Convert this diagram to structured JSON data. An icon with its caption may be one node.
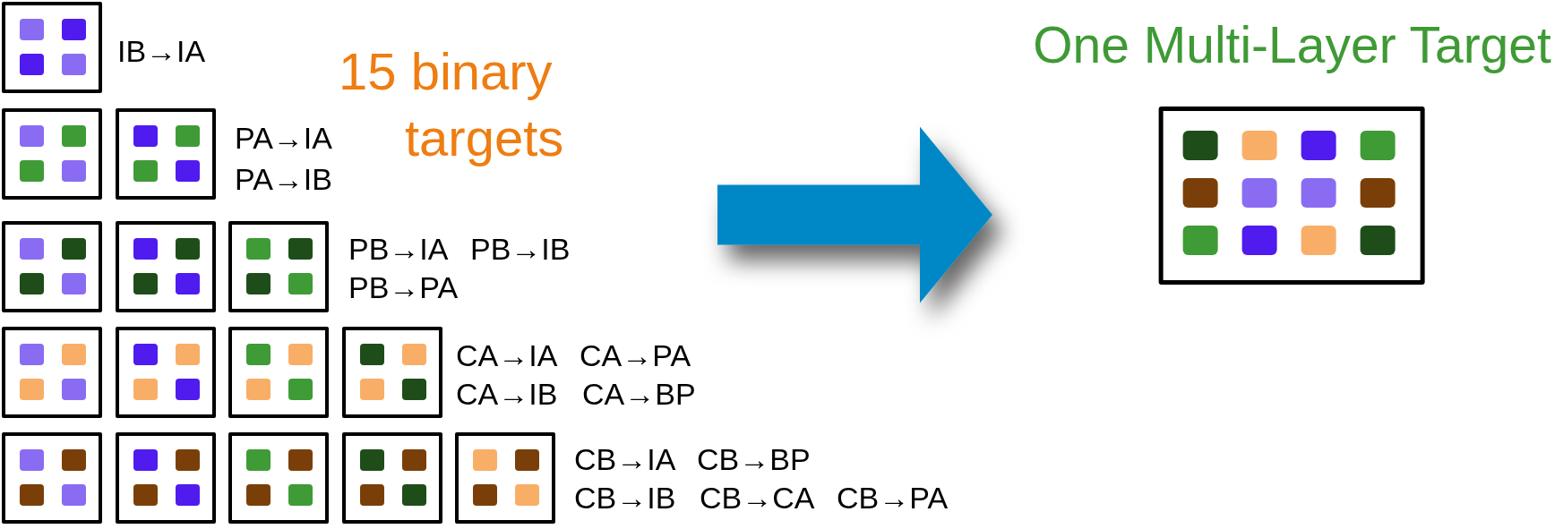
{
  "diagram": {
    "nodes": [
      {
        "text": [
          "15 binary targets"
        ]
      },
      {
        "text": [],
        "shape": "box"
      },
      {
        "text": [],
        "shape": "box"
      },
      {
        "text": [],
        "shape": "box"
      },
      {
        "text": [],
        "shape": "box"
      },
      {
        "text": [],
        "shape": "box"
      },
      {
        "text": [],
        "shape": "box"
      },
      {
        "text": [],
        "shape": "box"
      },
      {
        "text": [],
        "shape": "box"
      },
      {
        "text": [],
        "shape": "box"
      },
      {
        "text": [],
        "shape": "box"
      },
      {
        "text": [],
        "shape": "box"
      },
      {
        "text": [],
        "shape": "box"
      },
      {
        "text": [],
        "shape": "box"
      },
      {
        "text": [],
        "shape": "box"
      },
      {
        "text": [],
        "shape": "box"
      },
      {
        "text": [
          "One Multi-Layer Target"
        ]
      }
    ],
    "edges": [
      {
        "from": 0,
        "to": 16,
        "arrow": "to",
        "style": "thick"
      }
    ],
    "labels": [
      "IB→IA",
      "PA→IA",
      "PA→IB",
      "PB→IA",
      "PB→IB",
      "PB→PA",
      "CA→IA",
      "CA→PA",
      "CA→IB",
      "CA→BP",
      "CB→IA",
      "CB→BP",
      "CB→IB",
      "CB→CA",
      "CB→PA"
    ]
  }
}
